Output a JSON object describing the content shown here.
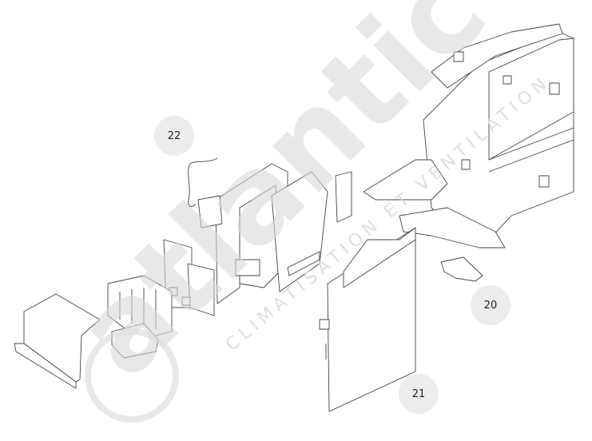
{
  "diagram": {
    "callouts": [
      {
        "id": "22",
        "label": "22"
      },
      {
        "id": "20",
        "label": "20"
      },
      {
        "id": "21",
        "label": "21"
      }
    ]
  },
  "watermark": {
    "brand": "atlantic",
    "tagline": "CLIMATISATION ET VENTILATION",
    "color": "#d9d9d9"
  }
}
